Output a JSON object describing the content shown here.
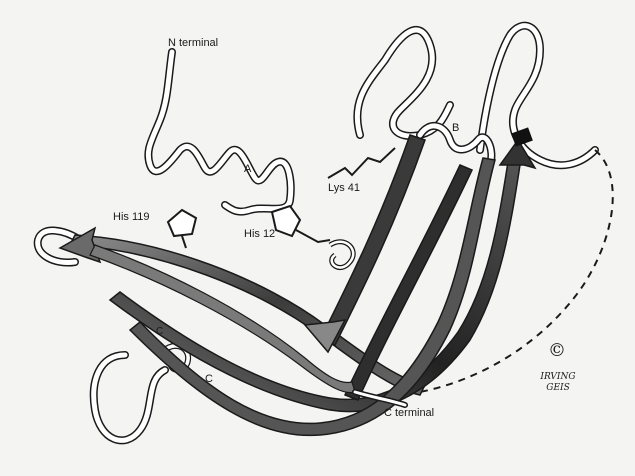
{
  "labels": {
    "n_terminal": "N terminal",
    "c_terminal": "C terminal",
    "his119": "His 119",
    "his12": "His 12",
    "lys41": "Lys 41",
    "helix_a": "A",
    "helix_b": "B",
    "helix_c": "C",
    "strand_c": "C"
  },
  "signature": {
    "copyright": "©",
    "text": "IRVING GEIS"
  },
  "colors": {
    "background": "#f4f4f2",
    "ink": "#1a1a1a",
    "strand_dark": "#4a4a4a",
    "strand_light": "#9a9a9a",
    "coil": "#ffffff"
  }
}
